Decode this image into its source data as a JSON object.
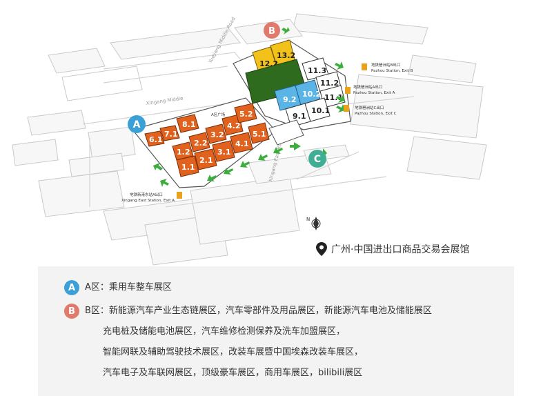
{
  "map": {
    "zones": [
      {
        "letter": "A",
        "color": "#3aa0d6"
      },
      {
        "letter": "B",
        "color": "#e07a6c"
      },
      {
        "letter": "C",
        "color": "#3fae95"
      }
    ],
    "halls": {
      "orange": [
        "6.1",
        "7.1",
        "8.1",
        "1.2",
        "2.2",
        "3.2",
        "4.2",
        "5.2",
        "1.1",
        "2.1",
        "3.1",
        "4.1",
        "5.1"
      ],
      "yellow": [
        "12.2",
        "13.2"
      ],
      "blue": [
        "9.2",
        "10.2"
      ],
      "white": [
        "11.3",
        "11.2",
        "11.1",
        "9.1",
        "10.1"
      ]
    },
    "roads": {
      "north": "Yuejiang Middle Road",
      "west": "Xingang Middle",
      "south": "Xingang East Road",
      "plaza": "A区广场"
    },
    "stations": [
      {
        "cn": "地铁琶洲站B出口",
        "en": "Pazhou Station, Exit B"
      },
      {
        "cn": "地铁琶洲站A出口",
        "en": "Pazhou Station, Exit A"
      },
      {
        "cn": "地铁琶洲站C出口",
        "en": "Pazhou Station, Exit C"
      },
      {
        "cn": "地铁新港东站A出口",
        "en": "Xingang East Station, Exit A"
      }
    ],
    "compass": "N",
    "colors": {
      "orange": "#e0621e",
      "yellow": "#f2c21b",
      "green": "#2e6b1f",
      "blue": "#5ab4e6",
      "arrow": "#3dae3d",
      "metro": "#e8a21e"
    }
  },
  "caption": "广州·中国进出口商品交易会展馆",
  "legend": {
    "zone_a": {
      "letter": "A",
      "text": "A区：乘用车整车展区"
    },
    "zone_b": {
      "letter": "B",
      "lines": [
        "B区：新能源汽车产业生态链展区，汽车零部件及用品展区，新能源汽车电池及储能展区",
        "充电桩及储能电池展区，汽车维修检测保养及洗车加盟展区，",
        "智能网联及辅助驾驶技术展区，改装车展暨中国埃森改装车展区，",
        "汽车电子及车联网展区，顶级豪车展区，商用车展区，bilibili展区"
      ]
    }
  }
}
